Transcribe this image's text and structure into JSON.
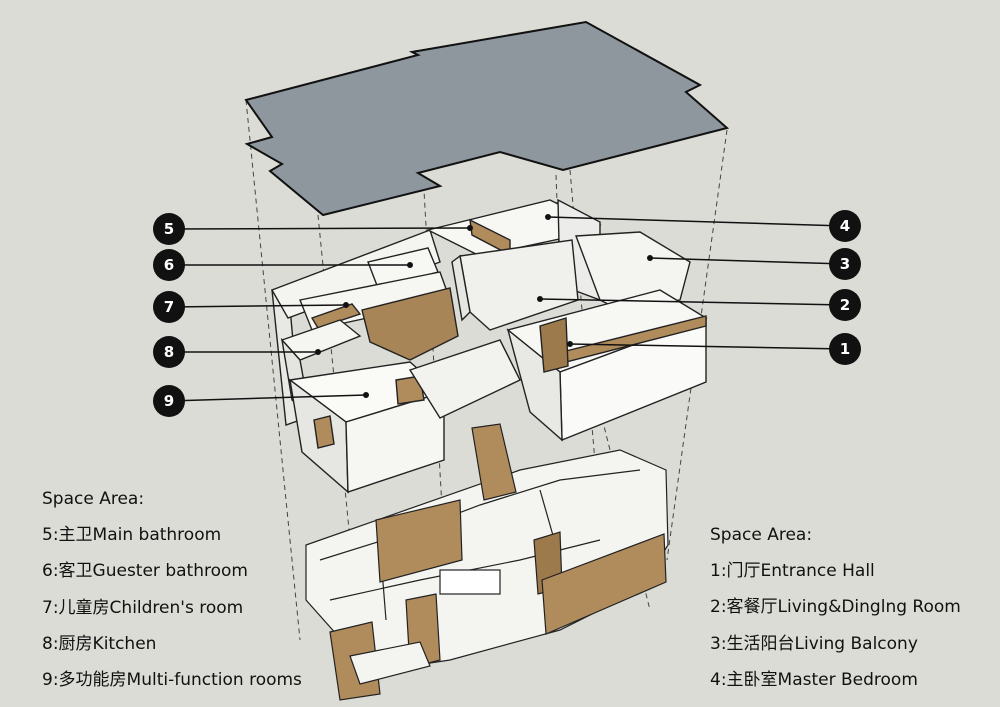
{
  "colors": {
    "background": "#dcdcd6",
    "roof": "#8e979d",
    "wall": "#f4f4f1",
    "wood": "#b08b5c",
    "badge": "#111111"
  },
  "markers": [
    {
      "num": "1"
    },
    {
      "num": "2"
    },
    {
      "num": "3"
    },
    {
      "num": "4"
    },
    {
      "num": "5"
    },
    {
      "num": "6"
    },
    {
      "num": "7"
    },
    {
      "num": "8"
    },
    {
      "num": "9"
    }
  ],
  "legend_left": {
    "title": "Space Area:",
    "items": [
      "5:主卫Main bathroom",
      "6:客卫Guester bathroom",
      "7:儿童房Children's room",
      "8:厨房Kitchen",
      "9:多功能房Multi-function rooms"
    ]
  },
  "legend_right": {
    "title": "Space Area:",
    "items": [
      "1:门厅Entrance Hall",
      "2:客餐厅Living&Dinglng Room",
      "3:生活阳台Living Balcony",
      "4:主卧室Master Bedroom"
    ]
  }
}
